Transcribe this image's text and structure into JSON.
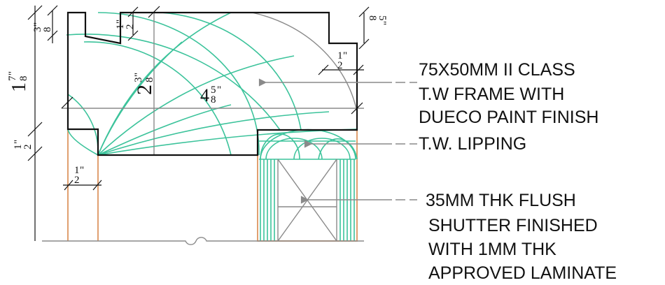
{
  "colors": {
    "outline": "#111111",
    "hatch_green": "#3cc39b",
    "lipping_orange": "#e0a070",
    "construction_grey": "#8a8a8a"
  },
  "dimensions": {
    "overall_height": {
      "whole": "1",
      "num": "7",
      "den": "8",
      "unit": "\""
    },
    "top_step": {
      "num": "3",
      "den": "8",
      "unit": "\""
    },
    "lower_band": {
      "num": "1",
      "den": "2",
      "unit": "\""
    },
    "rebate_depth": {
      "num": "1",
      "den": "2",
      "unit": "\""
    },
    "frame_depth": {
      "whole": "2",
      "num": "3",
      "den": "8",
      "unit": "\""
    },
    "frame_width": {
      "whole": "4",
      "num": "5",
      "den": "8",
      "unit": "\""
    },
    "right_step": {
      "num": "5",
      "den": "8",
      "unit": "\""
    },
    "right_rebate": {
      "num": "1",
      "den": "2",
      "unit": "\""
    },
    "architrave": {
      "num": "1",
      "den": "2",
      "unit": "\""
    }
  },
  "annotations": {
    "frame_lines": [
      "75X50MM II CLASS",
      "T.W FRAME WITH",
      "DUECO PAINT FINISH"
    ],
    "lipping": "T.W. LIPPING",
    "shutter_lines": [
      "35MM THK FLUSH",
      "SHUTTER FINISHED",
      "WITH 1MM THK",
      "APPROVED  LAMINATE"
    ]
  }
}
